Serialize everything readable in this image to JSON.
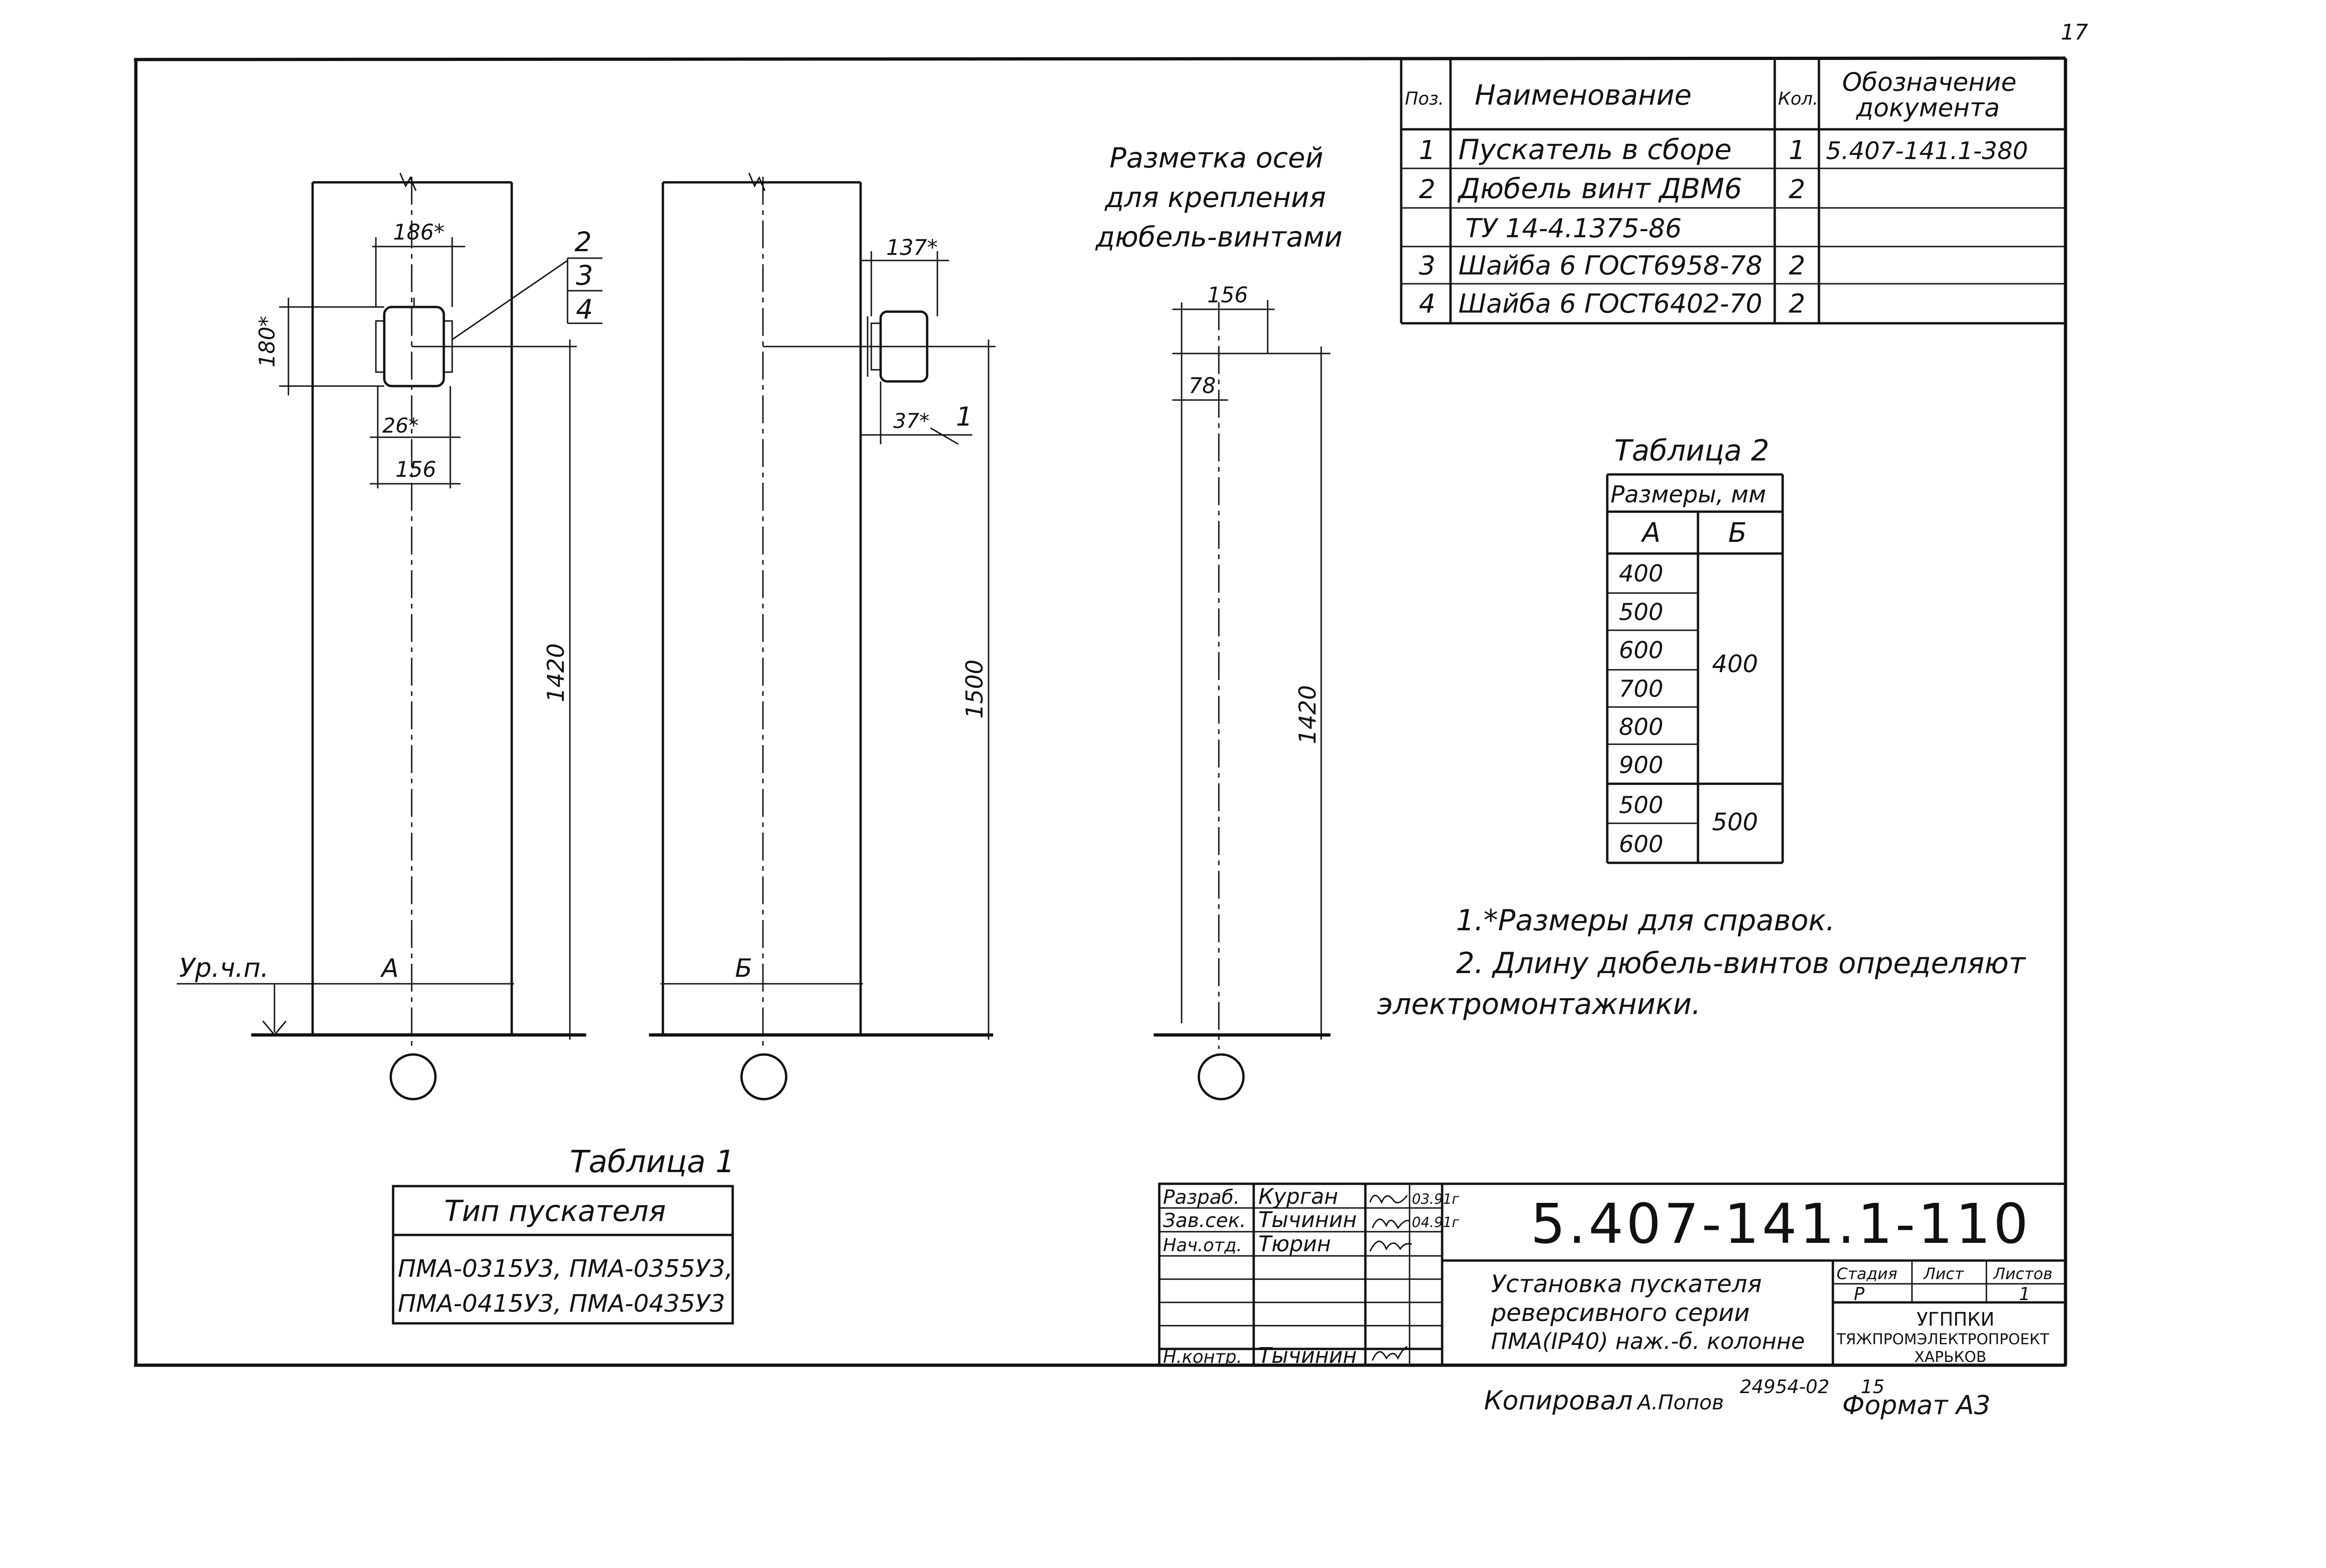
{
  "page_number": "17",
  "spec_table": {
    "headers": {
      "pos": "Поз.",
      "name": "Наименование",
      "qty": "Кол.",
      "doc_line1": "Обозначение",
      "doc_line2": "документа"
    },
    "rows": [
      {
        "pos": "1",
        "name": "Пускатель в сборе",
        "qty": "1",
        "doc": "5.407-141.1-380"
      },
      {
        "pos": "2",
        "name": "Дюбель винт ДВМ6",
        "qty": "2",
        "doc": ""
      },
      {
        "pos": "",
        "name": "ТУ 14-4.1375-86",
        "qty": "",
        "doc": ""
      },
      {
        "pos": "3",
        "name": "Шайба 6 ГОСТ6958-78",
        "qty": "2",
        "doc": ""
      },
      {
        "pos": "4",
        "name": "Шайба 6 ГОСТ6402-70",
        "qty": "2",
        "doc": ""
      }
    ]
  },
  "marking_title": [
    "Разметка осей",
    "для крепления",
    "дюбель-винтами"
  ],
  "view1": {
    "dim_top": "186*",
    "dim_left": "180*",
    "dim_small": "26*",
    "dim_base": "156",
    "dim_height": "1420",
    "width_label": "A",
    "callouts": [
      "2",
      "3",
      "4"
    ]
  },
  "view2": {
    "dim_top": "137*",
    "dim_small": "37*",
    "callout": "1",
    "dim_height": "1500",
    "width_label": "Б"
  },
  "view3": {
    "dim_top": "156",
    "dim_small": "78",
    "dim_height": "1420"
  },
  "floor_label": "Ур.ч.п.",
  "table2": {
    "title": "Таблица 2",
    "group_header": "Размеры, мм",
    "col_a": "A",
    "col_b": "Б",
    "a_values": [
      "400",
      "500",
      "600",
      "700",
      "800",
      "900",
      "500",
      "600"
    ],
    "b_values": [
      "400",
      "500"
    ]
  },
  "notes": {
    "line1": "1.*Размеры для справок.",
    "line2": "2. Длину дюбель-винтов определяют",
    "line3": "электромонтажники."
  },
  "table1": {
    "title": "Таблица 1",
    "header": "Тип пускателя",
    "line1": "ПМА-0315У3, ПМА-0355У3,",
    "line2": "ПМА-0415У3, ПМА-0435У3"
  },
  "title_block": {
    "doc_number": "5.407-141.1-110",
    "roles": [
      {
        "role": "Разраб.",
        "name": "Курган",
        "date": "03.91г"
      },
      {
        "role": "Зав.сек.",
        "name": "Тычинин",
        "date": "04.91г"
      },
      {
        "role": "Нач.отд.",
        "name": "Тюрин",
        "date": ""
      }
    ],
    "control": {
      "role": "Н.контр.",
      "name": "Тычинин"
    },
    "description": [
      "Установка пускателя",
      "реверсивного серии",
      "ПМА(IP40) наж.-б. колонне"
    ],
    "stage_header": "Стадия",
    "sheet_header": "Лист",
    "sheets_header": "Листов",
    "stage": "Р",
    "sheets": "1",
    "org": [
      "УГППКИ",
      "ТЯЖПРОМЭЛЕКТРОПРОЕКТ",
      "ХАРЬКОВ"
    ]
  },
  "footer": {
    "copied": "Копировал",
    "copier": "А.Попов",
    "order": "24954-02",
    "sheet_no": "15",
    "format": "Формат А3"
  }
}
